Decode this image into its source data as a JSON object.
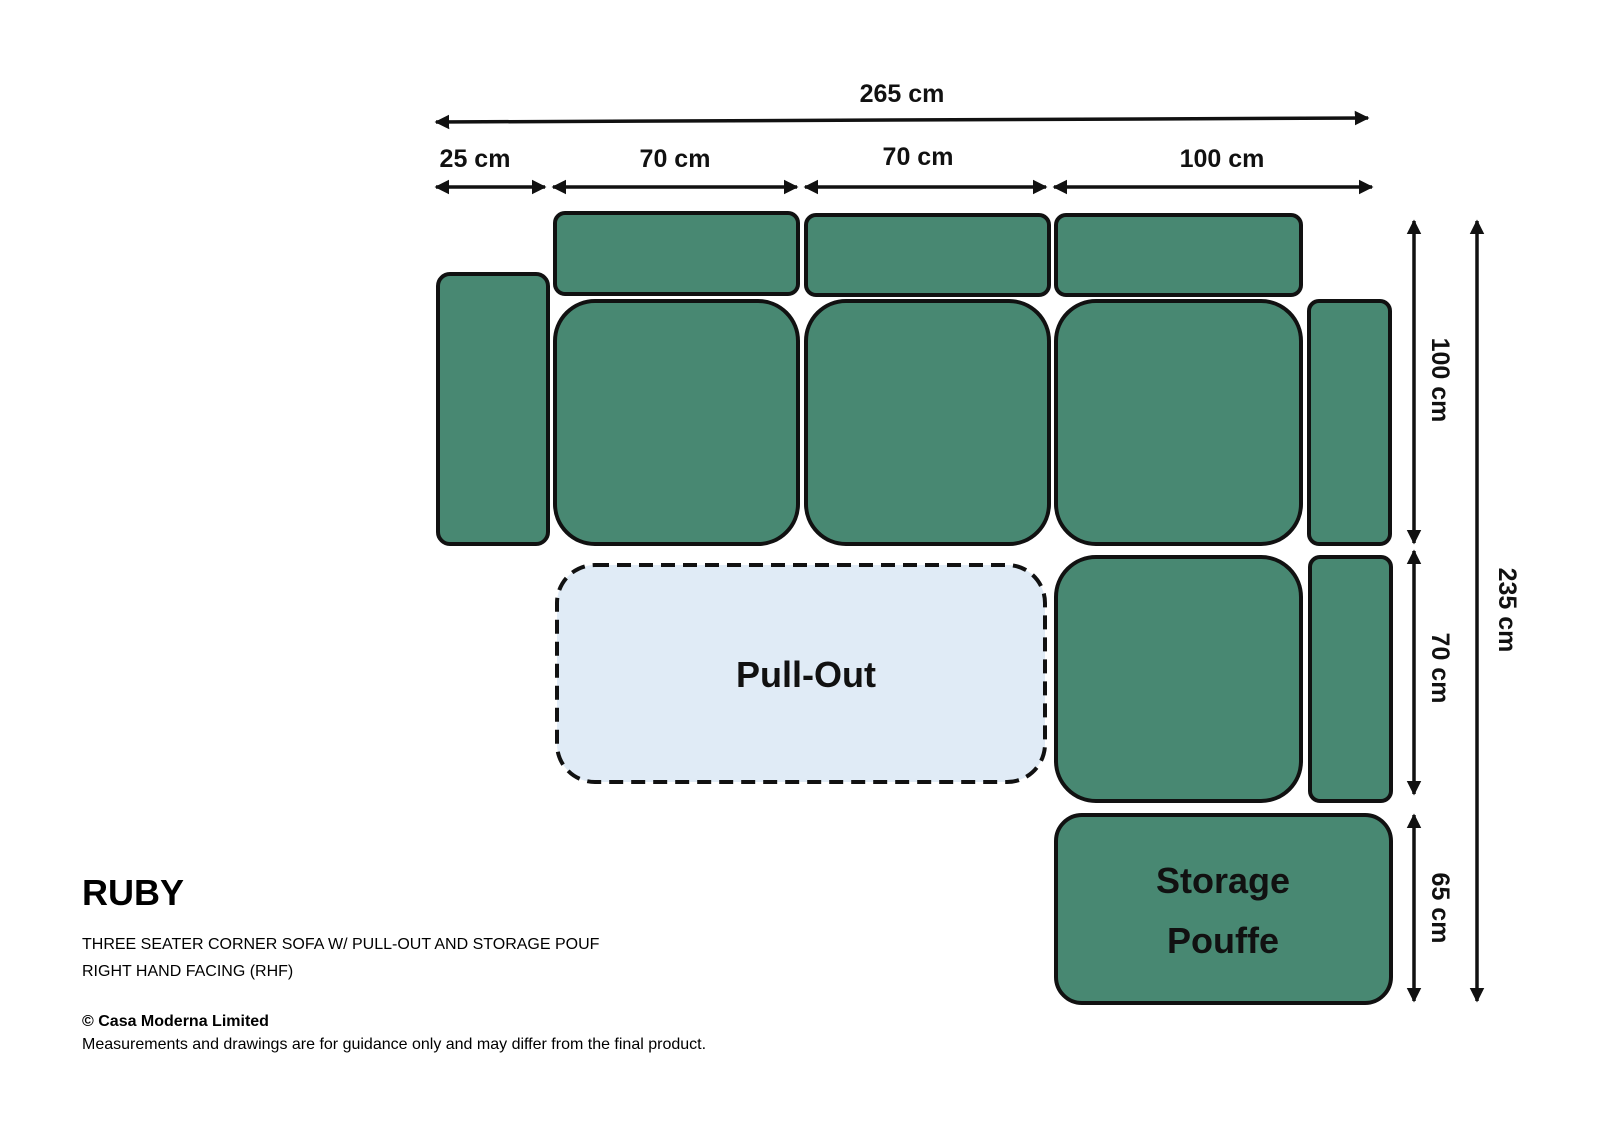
{
  "dimensions": {
    "total_width": "265 cm",
    "seg_arm_left": "25 cm",
    "seg_seat_1": "70 cm",
    "seg_seat_2": "70 cm",
    "seg_corner": "100 cm",
    "depth_top": "100 cm",
    "depth_middle": "70 cm",
    "depth_pouffe": "65 cm",
    "total_depth": "235 cm"
  },
  "labels": {
    "pull_out": "Pull-Out",
    "storage_line1": "Storage",
    "storage_line2": "Pouffe"
  },
  "product": {
    "name": "RUBY",
    "description": "THREE SEATER CORNER SOFA W/ PULL-OUT AND STORAGE POUF",
    "facing": "RIGHT HAND FACING (RHF)",
    "copyright": "© Casa Moderna Limited",
    "disclaimer": "Measurements and drawings are for guidance only and may differ from the final product."
  },
  "colors": {
    "cushion": "#488872",
    "pull_out": "#e0ebf6",
    "outline": "#111111"
  }
}
